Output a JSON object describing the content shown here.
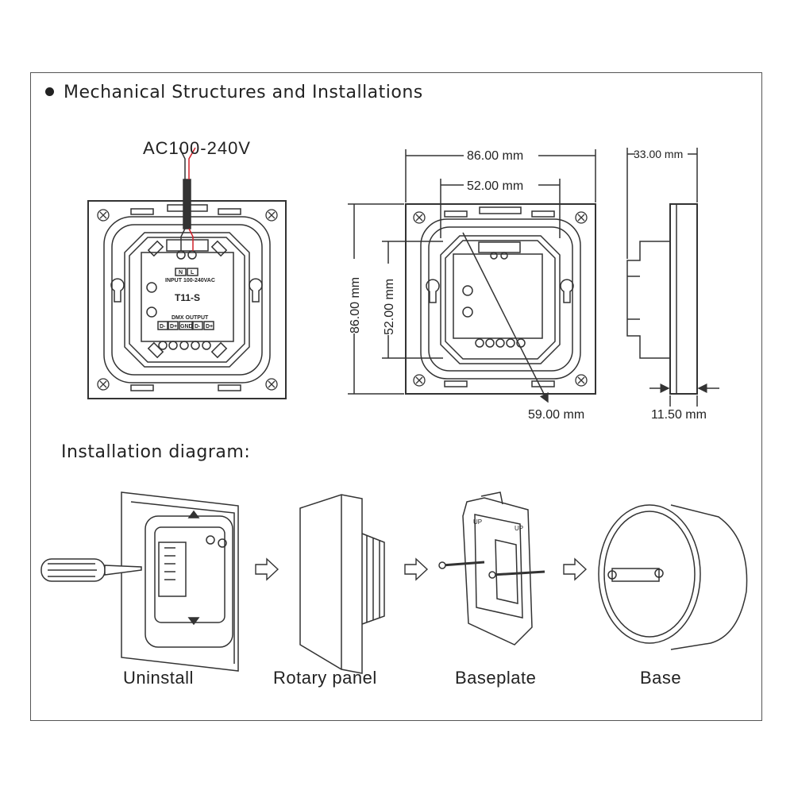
{
  "section_title": "Mechanical Structures and Installations",
  "install_title": "Installation diagram:",
  "front_view": {
    "voltage": "AC100-240V",
    "model": "T11-S",
    "input_label": "INPUT 100-240VAC",
    "input_terminals": [
      "N",
      "L"
    ],
    "output_label": "DMX OUTPUT",
    "output_terminals": [
      "D-",
      "D+",
      "GND",
      "D-",
      "D+"
    ]
  },
  "dimensions": {
    "outer_width": "86.00 mm",
    "inner_width": "52.00 mm",
    "outer_height": "86.00 mm",
    "inner_height": "52.00 mm",
    "diagonal": "59.00 mm",
    "depth": "33.00 mm",
    "panel_thickness": "11.50 mm"
  },
  "steps": [
    {
      "label": "Uninstall"
    },
    {
      "label": "Rotary panel"
    },
    {
      "label": "Baseplate"
    },
    {
      "label": "Base"
    }
  ],
  "colors": {
    "line": "#333333",
    "wire_red": "#d0202a",
    "frame": "#555555"
  }
}
